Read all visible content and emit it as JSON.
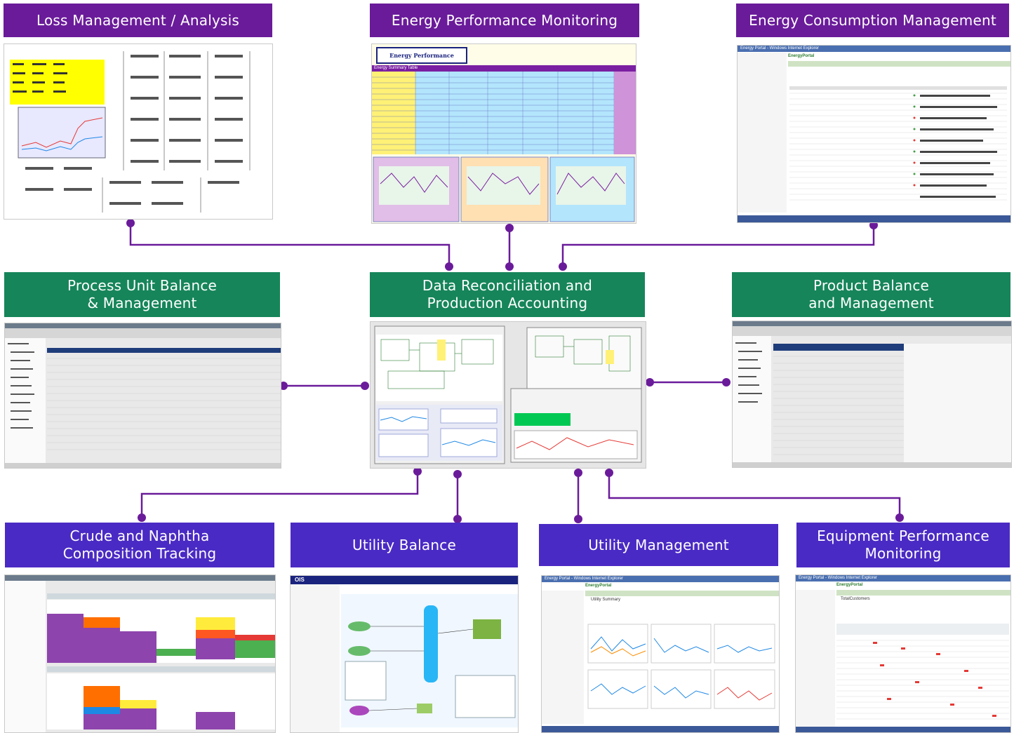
{
  "labels": {
    "loss": "Loss Management / Analysis",
    "energy_perf": "Energy Performance Monitoring",
    "energy_cons": "Energy Consumption Management",
    "process_unit": "Process Unit Balance\n& Management",
    "data_recon": "Data Reconciliation and\nProduction Accounting",
    "product_balance": "Product Balance\nand Management",
    "crude": "Crude and Naphtha\nComposition Tracking",
    "utility_balance": "Utility Balance",
    "utility_mgmt": "Utility Management",
    "equipment": "Equipment Performance\nMonitoring"
  },
  "screens": {
    "energy_perf": {
      "title": "Energy Performance",
      "table_title": "Energy Summary Table"
    },
    "energy_cons": {
      "window_title": "Energy Portal - Windows Internet Explorer",
      "app_name": "EnergyPortal"
    },
    "utility_balance": {
      "app_name": "OIS"
    },
    "utility_mgmt": {
      "window_title": "Energy Portal - Windows Internet Explorer",
      "app_name": "EnergyPortal",
      "panel_title": "Utility Summary"
    },
    "equipment": {
      "window_title": "Energy Portal - Windows Internet Explorer",
      "app_name": "EnergyPortal",
      "panel_title": "TotalCustomers"
    }
  },
  "colors": {
    "purple_header": "#6a1b9a",
    "green_header": "#16855a",
    "blue_header": "#4a2ac4",
    "connector": "#6a1b9a"
  }
}
